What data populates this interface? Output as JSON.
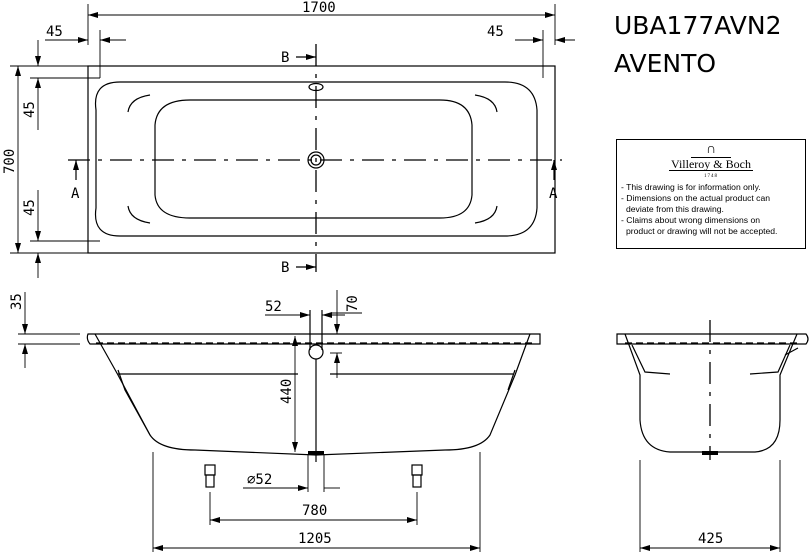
{
  "header": {
    "model": "UBA177AVN2",
    "name": "AVENTO"
  },
  "info_box": {
    "brand": "Villeroy & Boch",
    "year": "1748",
    "notes": [
      "- This drawing is for information only.",
      "- Dimensions on the actual product can",
      " deviate from this drawing.",
      "- Claims about wrong dimensions on",
      " product or drawing will not be accepted."
    ]
  },
  "dimensions": {
    "length": "1700",
    "width": "700",
    "rim_left": "45",
    "rim_right": "45",
    "rim_top": "45",
    "rim_bottom": "45",
    "rim_thickness": "35",
    "overflow_width": "52",
    "overflow_depth": "70",
    "depth": "440",
    "drain_dia": "⌀52",
    "feet_spacing": "780",
    "base_length": "1205",
    "base_width": "425"
  },
  "section_labels": {
    "a": "A",
    "b": "B"
  }
}
